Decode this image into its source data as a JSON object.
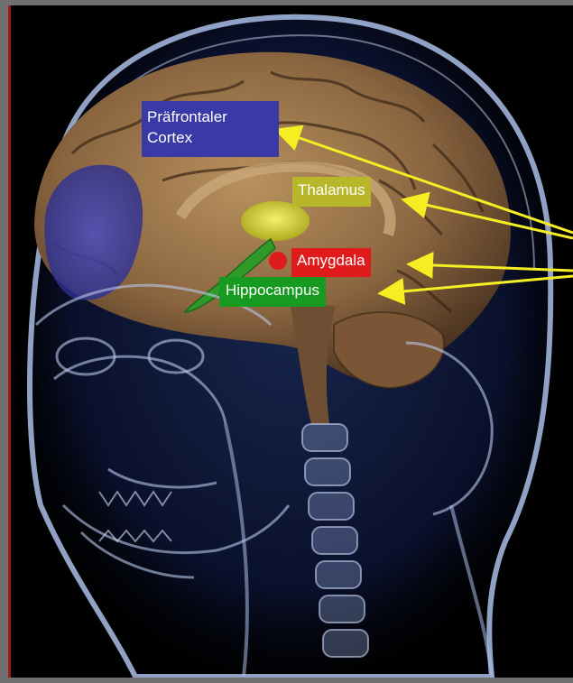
{
  "labels": {
    "prefrontal_cortex": {
      "text": "Präfrontaler Cortex",
      "color": "#3a3aa6"
    },
    "thalamus": {
      "text": "Thalamus",
      "color": "#b8b62a"
    },
    "amygdala": {
      "text": "Amygdala",
      "color": "#e01b1b"
    },
    "hippocampus": {
      "text": "Hippocampus",
      "color": "#169a1f"
    }
  },
  "colors": {
    "arrow": "#f5ee22",
    "background": "#000000",
    "skull": "#9fb4de",
    "brain": "#8a6540"
  }
}
